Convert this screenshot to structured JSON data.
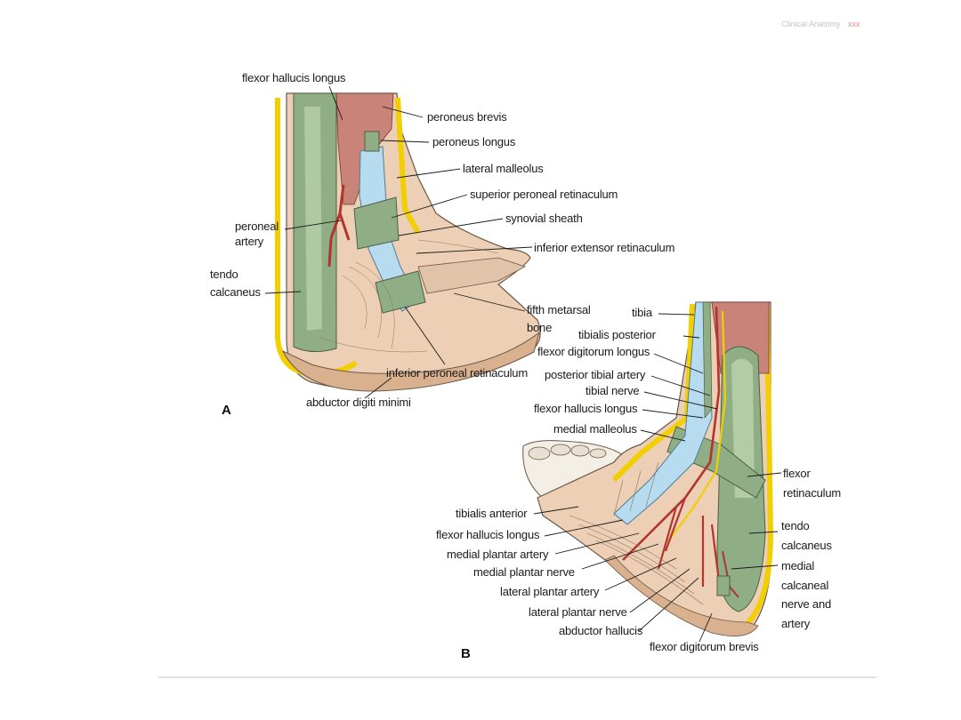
{
  "header": {
    "text": "Clinical Anatomy",
    "page": "xxx"
  },
  "figure_a": {
    "panel_label": "A",
    "labels": {
      "flexor_hallucis_longus": "flexor hallucis longus",
      "peroneus_brevis": "peroneus brevis",
      "peroneus_longus": "peroneus longus",
      "lateral_malleolus": "lateral malleolus",
      "superior_peroneal_retinaculum": "superior peroneal retinaculum",
      "synovial_sheath": "synovial sheath",
      "inferior_extensor_retinaculum": "inferior extensor retinaculum",
      "peroneal_artery_1": "peroneal",
      "peroneal_artery_2": "artery",
      "tendo_calcaneus_1": "tendo",
      "tendo_calcaneus_2": "calcaneus",
      "fifth_metarsal_1": "fifth metarsal",
      "fifth_metarsal_2": "bone",
      "inferior_peroneal_retinaculum": "inferior peroneal retinaculum",
      "abductor_digiti_minimi": "abductor digiti minimi"
    }
  },
  "figure_b": {
    "panel_label": "B",
    "labels": {
      "tibia": "tibia",
      "tibialis_posterior": "tibialis posterior",
      "flexor_digitorum_longus": "flexor digitorum longus",
      "posterior_tibial_artery": "posterior tibial artery",
      "tibial_nerve": "tibial nerve",
      "flexor_hallucis_longus": "flexor hallucis longus",
      "medial_malleolus": "medial malleolus",
      "flexor_retinaculum_1": "flexor",
      "flexor_retinaculum_2": "retinaculum",
      "tibialis_anterior": "tibialis anterior",
      "flexor_hallucis_longus_2": "flexor hallucis longus",
      "medial_plantar_artery": "medial plantar artery",
      "medial_plantar_nerve": "medial plantar nerve",
      "lateral_plantar_artery": "lateral plantar artery",
      "lateral_plantar_nerve": "lateral plantar nerve",
      "abductor_hallucis": "abductor hallucis",
      "flexor_digitorum_brevis": "flexor digitorum brevis",
      "tendo_calcaneus_1": "tendo",
      "tendo_calcaneus_2": "calcaneus",
      "medial_calcaneal_1": "medial",
      "medial_calcaneal_2": "calcaneal",
      "medial_calcaneal_3": "nerve and",
      "medial_calcaneal_4": "artery"
    }
  },
  "colors": {
    "skin": "#eccfb4",
    "skin_dark": "#d9b18f",
    "muscle_green": "#8fae86",
    "muscle_green_light": "#b7cfa9",
    "tendon_blue": "#b7dbef",
    "fat_yellow": "#f2cf00",
    "artery_red": "#b3342f",
    "muscle_red": "#c98378",
    "bone": "#f3efe6"
  }
}
